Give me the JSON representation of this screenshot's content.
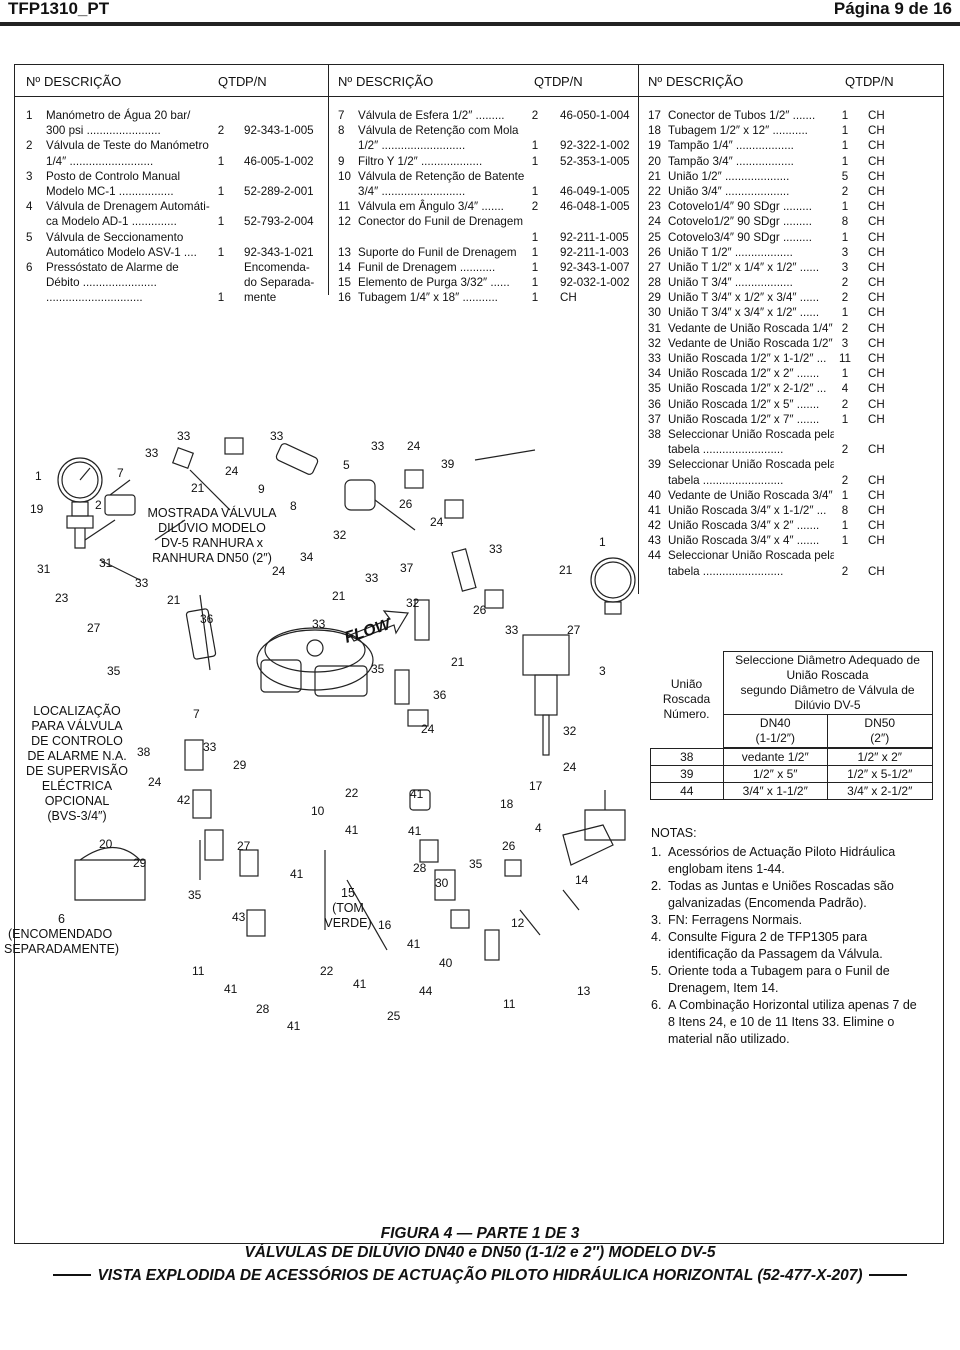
{
  "header": {
    "doc": "TFP1310_PT",
    "page": "Página 9 de 16"
  },
  "columns": [
    {
      "no": "Nº",
      "desc": "DESCRIÇÃO",
      "qty": "QTD",
      "pn": "P/N"
    },
    {
      "no": "Nº",
      "desc": "DESCRIÇÃO",
      "qty": "QTD",
      "pn": "P/N"
    },
    {
      "no": "Nº",
      "desc": "DESCRIÇÃO",
      "qty": "QTD",
      "pn": "P/N"
    }
  ],
  "list1": [
    {
      "n": "1",
      "d": "Manómetro de Água 20 bar/",
      "q": "",
      "p": ""
    },
    {
      "n": "",
      "d": "300 psi .......................",
      "q": "2",
      "p": "92-343-1-005"
    },
    {
      "n": "2",
      "d": "Válvula de Teste do Manómetro",
      "q": "",
      "p": ""
    },
    {
      "n": "",
      "d": "1/4″ ..........................",
      "q": "1",
      "p": "46-005-1-002"
    },
    {
      "n": "3",
      "d": "Posto de Controlo Manual",
      "q": "",
      "p": ""
    },
    {
      "n": "",
      "d": "Modelo MC-1 .................",
      "q": "1",
      "p": "52-289-2-001"
    },
    {
      "n": "4",
      "d": "Válvula de Drenagem Automáti-",
      "q": "",
      "p": ""
    },
    {
      "n": "",
      "d": "ca Modelo AD-1 ..............",
      "q": "1",
      "p": "52-793-2-004"
    },
    {
      "n": "5",
      "d": "Válvula de Seccionamento",
      "q": "",
      "p": ""
    },
    {
      "n": "",
      "d": "Automático Modelo ASV-1 ....",
      "q": "1",
      "p": "92-343-1-021"
    },
    {
      "n": "6",
      "d": "Pressóstato de Alarme de",
      "q": "",
      "p": "Encomenda-"
    },
    {
      "n": "",
      "d": "Débito .......................",
      "q": "",
      "p": "do Separada-"
    },
    {
      "n": "",
      "d": "..............................",
      "q": "1",
      "p": "mente"
    }
  ],
  "list2": [
    {
      "n": "7",
      "d": "Válvula de Esfera 1/2″ .........",
      "q": "2",
      "p": "46-050-1-004"
    },
    {
      "n": "8",
      "d": "Válvula de Retenção com Mola",
      "q": "",
      "p": ""
    },
    {
      "n": "",
      "d": "1/2″ ..........................",
      "q": "1",
      "p": "92-322-1-002"
    },
    {
      "n": "9",
      "d": "Filtro Y 1/2″ ...................",
      "q": "1",
      "p": "52-353-1-005"
    },
    {
      "n": "10",
      "d": "Válvula de Retenção de Batente",
      "q": "",
      "p": ""
    },
    {
      "n": "",
      "d": "3/4″ ..........................",
      "q": "1",
      "p": "46-049-1-005"
    },
    {
      "n": "11",
      "d": "Válvula em Ângulo 3/4″ .......",
      "q": "2",
      "p": "46-048-1-005"
    },
    {
      "n": "12",
      "d": "Conector do Funil de Drenagem",
      "q": "",
      "p": ""
    },
    {
      "n": "",
      "d": "",
      "q": "1",
      "p": "92-211-1-005"
    },
    {
      "n": "13",
      "d": "Suporte do Funil de Drenagem",
      "q": "1",
      "p": "92-211-1-003"
    },
    {
      "n": "14",
      "d": "Funil de Drenagem ...........",
      "q": "1",
      "p": "92-343-1-007"
    },
    {
      "n": "15",
      "d": "Elemento de Purga 3/32″ ......",
      "q": "1",
      "p": "92-032-1-002"
    },
    {
      "n": "16",
      "d": "Tubagem 1/4″ x 18″ ...........",
      "q": "1",
      "p": "CH"
    }
  ],
  "list3": [
    {
      "n": "17",
      "d": "Conector de Tubos 1/2″ .......",
      "q": "1",
      "p": "CH"
    },
    {
      "n": "18",
      "d": "Tubagem 1/2″ x 12″ ...........",
      "q": "1",
      "p": "CH"
    },
    {
      "n": "19",
      "d": "Tampão 1/4″ ..................",
      "q": "1",
      "p": "CH"
    },
    {
      "n": "20",
      "d": "Tampão 3/4″ ..................",
      "q": "1",
      "p": "CH"
    },
    {
      "n": "21",
      "d": "União 1/2″ ....................",
      "q": "5",
      "p": "CH"
    },
    {
      "n": "22",
      "d": "União 3/4″ ....................",
      "q": "2",
      "p": "CH"
    },
    {
      "n": "23",
      "d": "Cotovelo1/4″ 90 SDgr .........",
      "q": "1",
      "p": "CH"
    },
    {
      "n": "24",
      "d": "Cotovelo1/2″ 90 SDgr .........",
      "q": "8",
      "p": "CH"
    },
    {
      "n": "25",
      "d": "Cotovelo3/4″ 90 SDgr .........",
      "q": "1",
      "p": "CH"
    },
    {
      "n": "26",
      "d": "União T 1/2″ ..................",
      "q": "3",
      "p": "CH"
    },
    {
      "n": "27",
      "d": "União T 1/2″ x 1/4″ x 1/2″ ......",
      "q": "3",
      "p": "CH"
    },
    {
      "n": "28",
      "d": "União T 3/4″ ..................",
      "q": "2",
      "p": "CH"
    },
    {
      "n": "29",
      "d": "União T 3/4″ x 1/2″ x 3/4″ ......",
      "q": "2",
      "p": "CH"
    },
    {
      "n": "30",
      "d": "União T 3/4″ x 3/4″ x 1/2″ ......",
      "q": "1",
      "p": "CH"
    },
    {
      "n": "31",
      "d": "Vedante de União Roscada 1/4″",
      "q": "2",
      "p": "CH"
    },
    {
      "n": "32",
      "d": "Vedante de União Roscada 1/2″",
      "q": "3",
      "p": "CH"
    },
    {
      "n": "33",
      "d": "União Roscada 1/2″ x 1-1/2″ ...",
      "q": "11",
      "p": "CH"
    },
    {
      "n": "34",
      "d": "União Roscada 1/2″ x 2″ .......",
      "q": "1",
      "p": "CH"
    },
    {
      "n": "35",
      "d": "União Roscada 1/2″ x 2-1/2″ ...",
      "q": "4",
      "p": "CH"
    },
    {
      "n": "36",
      "d": "União Roscada 1/2″ x 5″ .......",
      "q": "2",
      "p": "CH"
    },
    {
      "n": "37",
      "d": "União Roscada 1/2″ x 7″ .......",
      "q": "1",
      "p": "CH"
    },
    {
      "n": "38",
      "d": "Seleccionar União Roscada pela",
      "q": "",
      "p": ""
    },
    {
      "n": "",
      "d": "tabela .........................",
      "q": "2",
      "p": "CH"
    },
    {
      "n": "39",
      "d": "Seleccionar União Roscada pela",
      "q": "",
      "p": ""
    },
    {
      "n": "",
      "d": "tabela .........................",
      "q": "2",
      "p": "CH"
    },
    {
      "n": "40",
      "d": "Vedante de União Roscada 3/4″",
      "q": "1",
      "p": "CH"
    },
    {
      "n": "41",
      "d": "União Roscada 3/4″ x 1-1/2″ ...",
      "q": "8",
      "p": "CH"
    },
    {
      "n": "42",
      "d": "União Roscada 3/4″ x 2″ .......",
      "q": "1",
      "p": "CH"
    },
    {
      "n": "43",
      "d": "União Roscada 3/4″ x 4″ .......",
      "q": "1",
      "p": "CH"
    },
    {
      "n": "44",
      "d": "Seleccionar União Roscada pela",
      "q": "",
      "p": ""
    },
    {
      "n": "",
      "d": "tabela .........................",
      "q": "2",
      "p": "CH"
    }
  ],
  "diagram": {
    "callout_valve": [
      "MOSTRADA VÁLVULA",
      "DILÚVIO MODELO",
      "DV-5 RANHURA x",
      "RANHURA DN50 (2″)"
    ],
    "callout_location": [
      "LOCALIZAÇÃO",
      "PARA VÁLVULA",
      "DE CONTROLO",
      "DE ALARME N.A.",
      "DE SUPERVISÃO",
      "ELÉCTRICA",
      "OPCIONAL",
      "(BVS-3/4″)"
    ],
    "callout_6": [
      "6",
      "(ENCOMENDADO",
      "SEPARADAMENTE)"
    ],
    "callout_15": [
      "15",
      "(TOM",
      "VERDE)"
    ],
    "flow": "FLOW",
    "tags": [
      "1",
      "19",
      "31",
      "23",
      "27",
      "7",
      "2",
      "31",
      "33",
      "33",
      "33",
      "24",
      "21",
      "9",
      "8",
      "33",
      "21",
      "36",
      "35",
      "7",
      "38",
      "33",
      "29",
      "24",
      "42",
      "20",
      "29",
      "35",
      "43",
      "11",
      "41",
      "28",
      "41",
      "27",
      "33",
      "34",
      "24",
      "33",
      "5",
      "32",
      "21",
      "33",
      "26",
      "24",
      "39",
      "33",
      "37",
      "32",
      "26",
      "33",
      "27",
      "1",
      "21",
      "35",
      "36",
      "21",
      "24",
      "32",
      "24",
      "22",
      "41",
      "10",
      "41",
      "41",
      "28",
      "35",
      "30",
      "15",
      "16",
      "41",
      "40",
      "22",
      "41",
      "25",
      "44",
      "11",
      "12",
      "18",
      "17",
      "4",
      "26",
      "14",
      "13",
      "3"
    ]
  },
  "selection_table": {
    "left_label": [
      "União",
      "Roscada",
      "Número."
    ],
    "title": [
      "Seleccione Diâmetro Adequado de",
      "União Roscada",
      "segundo Diâmetro de Válvula de",
      "Dilúvio DV-5"
    ],
    "col1": [
      "DN40",
      "(1-1/2″)"
    ],
    "col2": [
      "DN50",
      "(2″)"
    ],
    "rows": [
      {
        "no": "38",
        "a": "vedante 1/2″",
        "b": "1/2″ x 2″"
      },
      {
        "no": "39",
        "a": "1/2″ x 5″",
        "b": "1/2″ x 5-1/2″"
      },
      {
        "no": "44",
        "a": "3/4″ x 1-1/2″",
        "b": "3/4″ x 2-1/2″"
      }
    ]
  },
  "notes": {
    "title": "NOTAS:",
    "items": [
      "Acessórios de Actuação Piloto Hidráulica englobam itens 1-44.",
      "Todas as Juntas e Uniões Roscadas são galvanizadas (Encomenda Padrão).",
      "FN: Ferragens Normais.",
      "Consulte Figura 2 de TFP1305 para identificação da Passagem da Válvula.",
      "Oriente toda a Tubagem para o Funil de Drenagem, Item 14.",
      "A Combinação Horizontal utiliza apenas 7 de 8 Itens 24, e 10 de 11 Itens 33. Elimine o material não utilizado."
    ]
  },
  "caption": {
    "l1": "FIGURA 4 — PARTE 1 DE 3",
    "l2": "VÁLVULAS DE DILÚVIO DN40 e DN50 (1-1/2 e 2″) MODELO DV-5",
    "l3": "VISTA EXPLODIDA DE ACESSÓRIOS DE ACTUAÇÃO PILOTO HIDRÁULICA HORIZONTAL (52-477-X-207)"
  }
}
